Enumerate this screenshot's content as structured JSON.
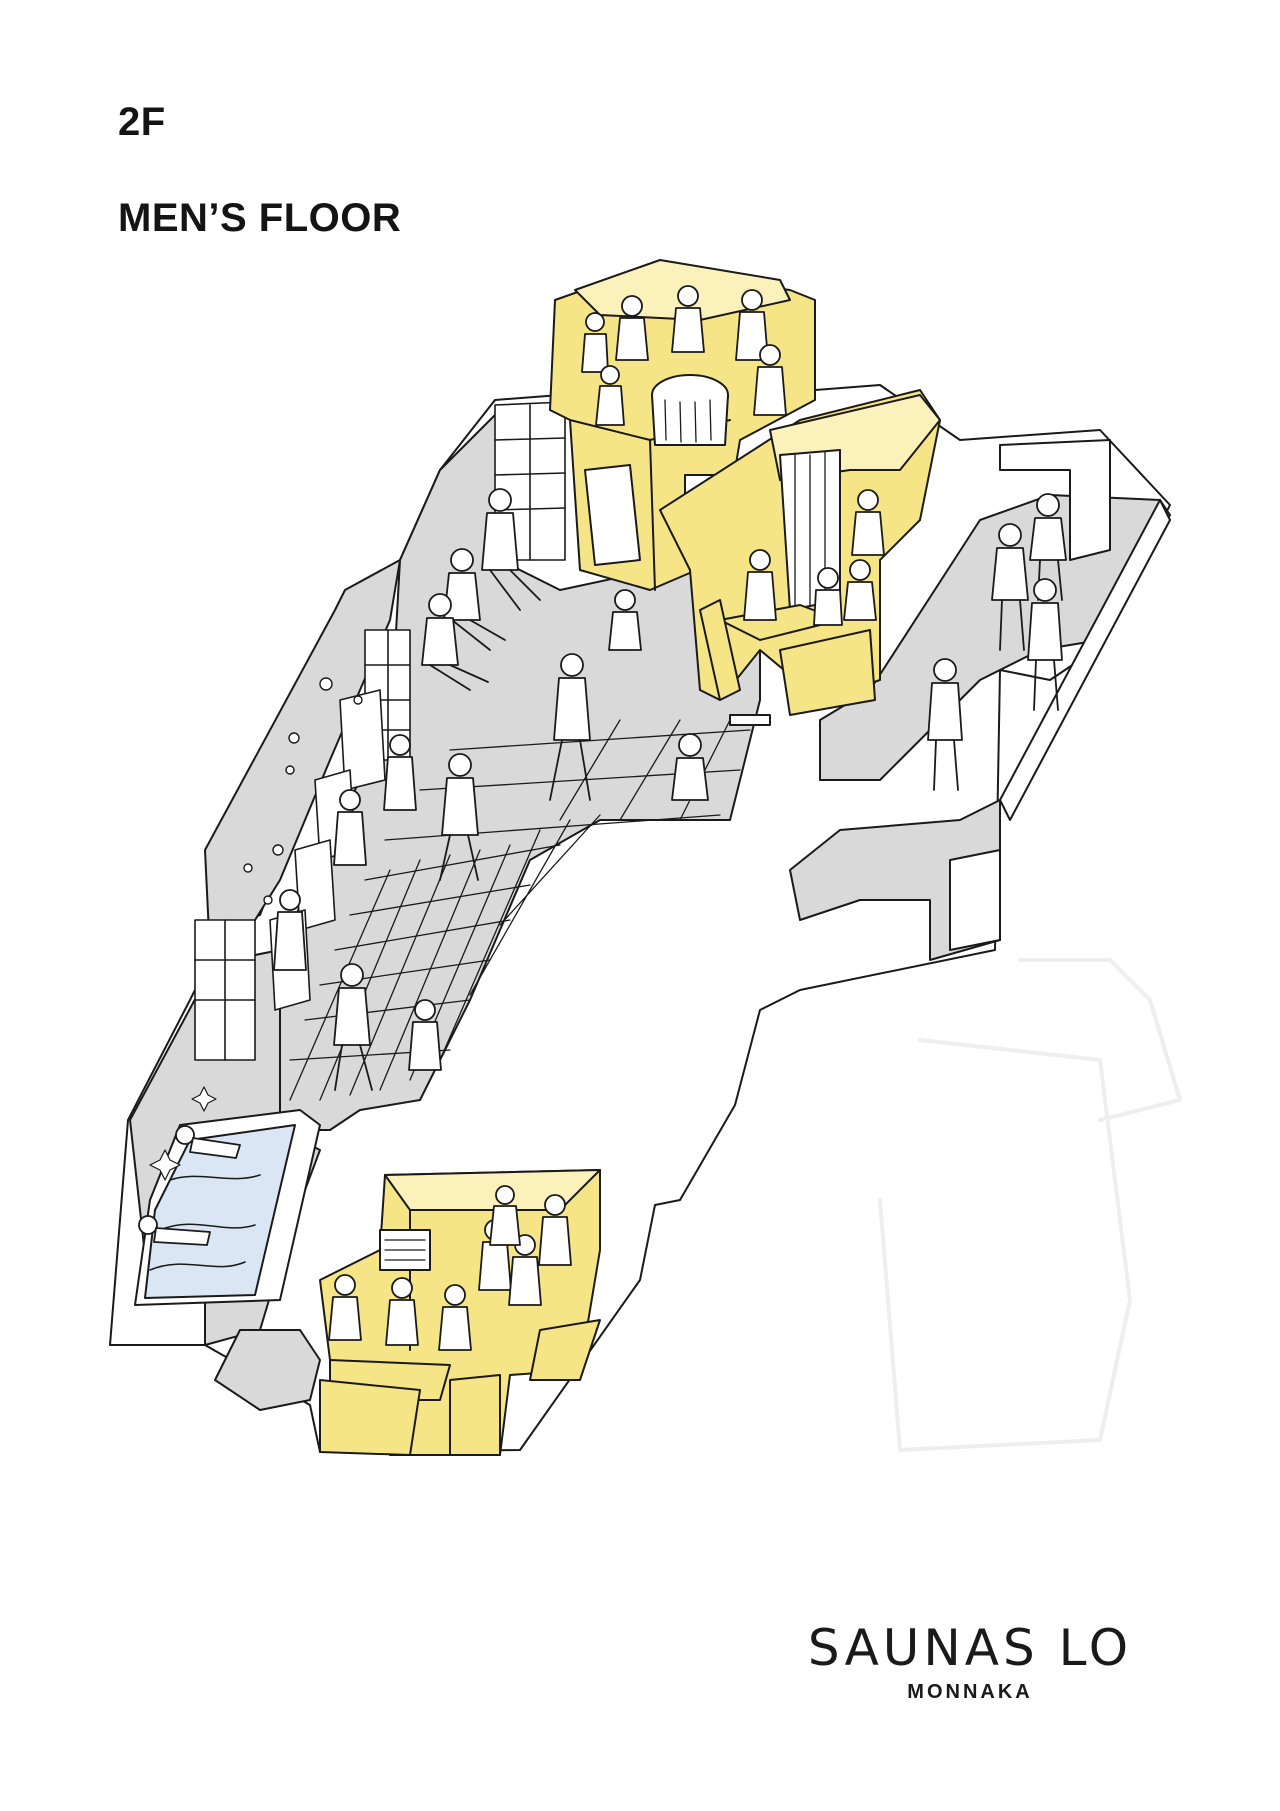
{
  "header": {
    "floor_level": "2F",
    "floor_name": "MEN’S FLOOR"
  },
  "brand": {
    "name": "SAUNAS LO",
    "location": "MONNAKA"
  },
  "colors": {
    "sauna_yellow": "#f5e587",
    "sauna_yellow_light": "#fbf2bb",
    "floor_gray": "#d9d9d9",
    "wall_white": "#ffffff",
    "water_blue": "#dbe6f4",
    "line": "#1a1a1a"
  },
  "icons": {
    "figure": "person-figure-icon",
    "stove": "sauna-stove-icon",
    "bubble": "air-bubble-icon",
    "sparkle": "sparkle-icon"
  }
}
